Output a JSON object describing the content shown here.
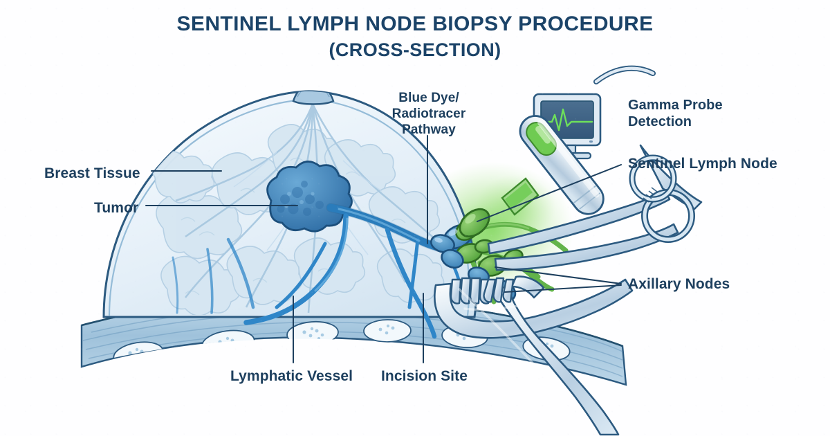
{
  "title": {
    "line1": "SENTINEL LYMPH NODE BIOPSY PROCEDURE",
    "line2": "(CROSS-SECTION)",
    "color": "#1b4368"
  },
  "labels": {
    "breast_tissue": "Breast Tissue",
    "tumor": "Tumor",
    "dye_pathway": "Blue Dye/\nRadiotracer\nPathway",
    "gamma_probe": "Gamma Probe\nDetection",
    "sentinel_node": "Sentinel Lymph Node",
    "axillary_nodes": "Axillary Nodes",
    "lymphatic_vessel": "Lymphatic Vessel",
    "incision_site": "Incision Site"
  },
  "colors": {
    "background": "#fefeff",
    "ink": "#1d3f5e",
    "outline": "#1b4a70",
    "tissue_fill": "#eaf1f8",
    "tissue_shade": "#cfe0ee",
    "skin_line": "#5b8fb9",
    "vessel_blue": "#2f86c8",
    "node_blue": "#4a90c2",
    "node_green": "#62b34a",
    "tracer_green": "#63c249",
    "glow_green": "#7fd45f",
    "instrument_light": "#e8eff6",
    "instrument_mid": "#bfd4e6",
    "instrument_dark": "#8fb0ca",
    "monitor_screen": "#3d5f80",
    "ecg_green": "#6ee05a",
    "tumor_fill": "#4d96ca",
    "tumor_dark": "#2f6ea6",
    "muscle_fill": "#aecbe0"
  },
  "anatomy": {
    "parts": [
      "breast-cross-section",
      "nipple",
      "glandular-lobules",
      "milk-ducts",
      "tumor-mass",
      "lymphatic-vessel-network",
      "sentinel-lymph-node",
      "axillary-node-chain",
      "chest-wall-muscle-layer",
      "adipose-cell-clusters"
    ]
  },
  "instruments": {
    "items": [
      "gamma-probe",
      "gamma-probe-cable",
      "detection-monitor",
      "surgical-forceps",
      "retractor-upper",
      "retractor-lower"
    ]
  }
}
